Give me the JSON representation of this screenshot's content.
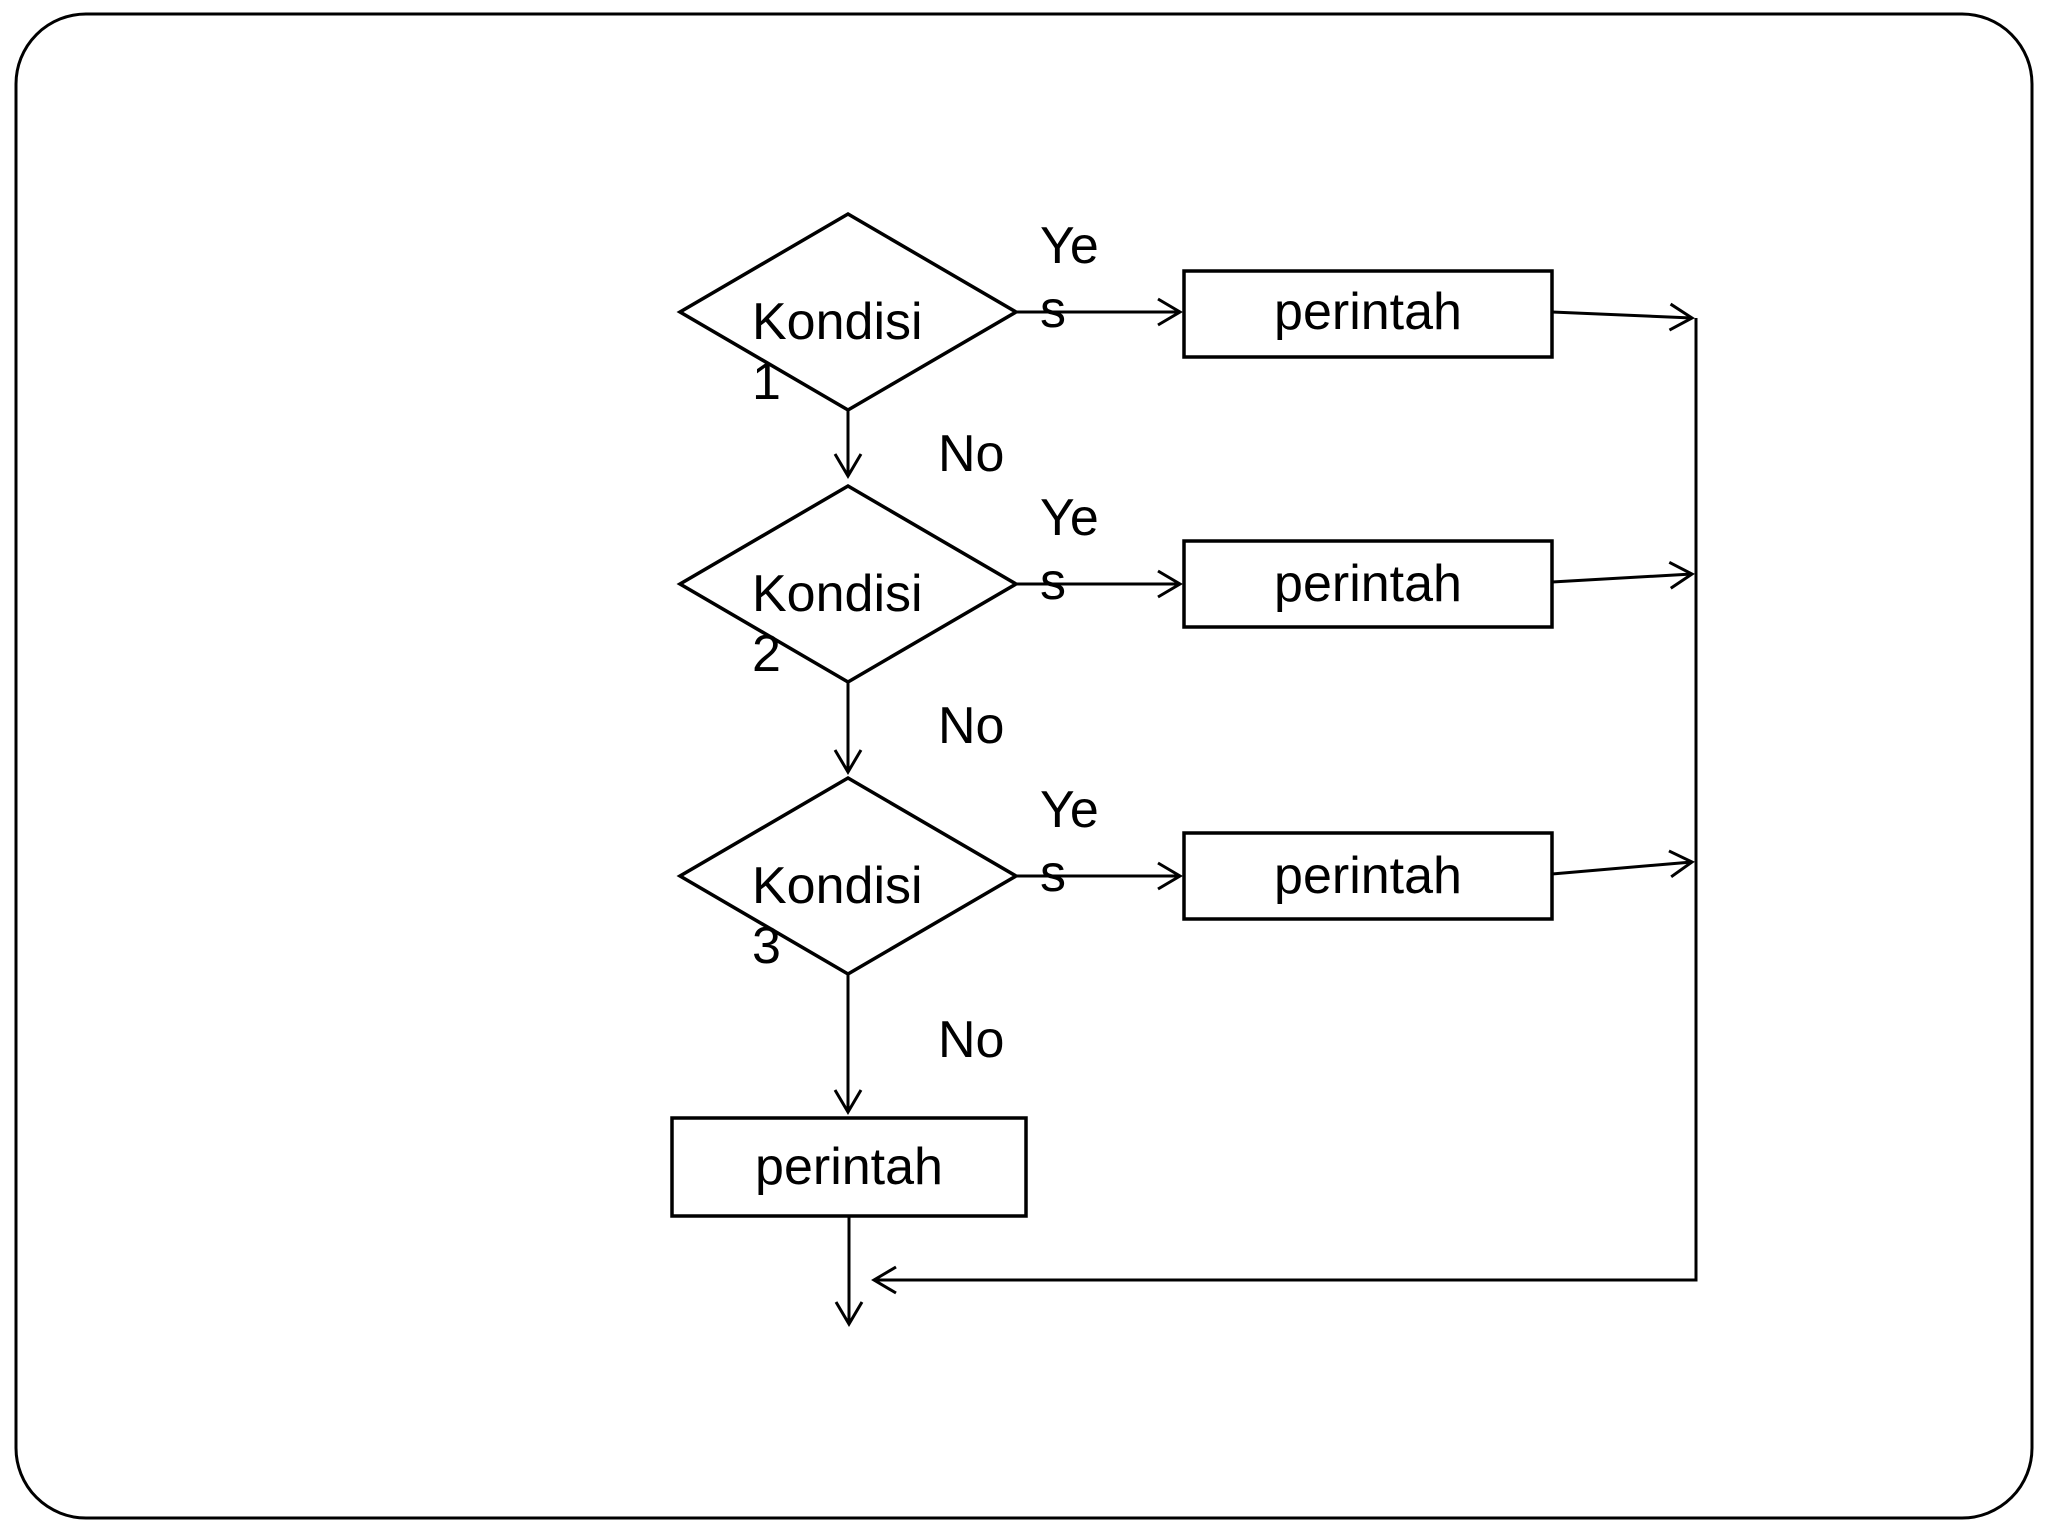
{
  "slide": {
    "background_color": "#ffffff",
    "line_color": "#000000",
    "text_color": "#000000"
  },
  "flowchart": {
    "decisions": [
      {
        "label": "Kondisi 1",
        "yes_label": "Yes",
        "no_label": "No",
        "yes_action": "perintah"
      },
      {
        "label": "Kondisi 2",
        "yes_label": "Yes",
        "no_label": "No",
        "yes_action": "perintah"
      },
      {
        "label": "Kondisi 3",
        "yes_label": "Yes",
        "no_label": "No",
        "yes_action": "perintah"
      }
    ],
    "fallback_action": {
      "label": "perintah"
    }
  }
}
